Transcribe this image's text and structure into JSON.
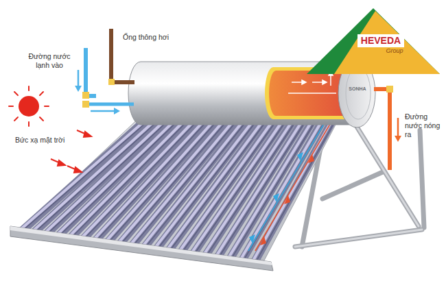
{
  "diagram": {
    "nodes": [
      {
        "text": [
          "HEVEDA",
          "Group"
        ]
      }
    ],
    "labels": [
      "Ống thông hơi",
      "Đường nước lạnh vào",
      "Bức xạ mặt trời",
      "Đường nước nóng ra",
      "SONHA"
    ]
  }
}
